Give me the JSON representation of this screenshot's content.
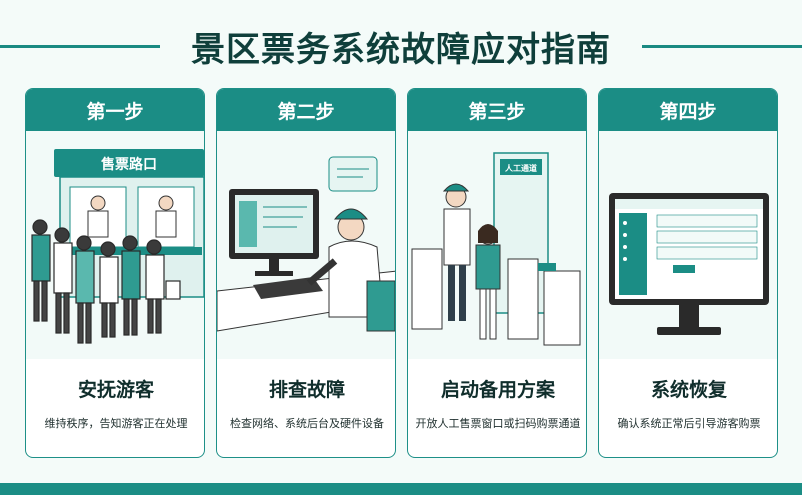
{
  "title": "景区票务系统故障应对指南",
  "steps": [
    {
      "label": "第一步",
      "title": "安抚游客",
      "desc": "维持秩序，告知游客正在处理",
      "sign": "售票路口"
    },
    {
      "label": "第二步",
      "title": "排查故障",
      "desc": "检查网络、系统后台及硬件设备"
    },
    {
      "label": "第三步",
      "title": "启动备用方案",
      "desc": "开放人工售票窗口或扫码购票通道",
      "sign": "人工通道"
    },
    {
      "label": "第四步",
      "title": "系统恢复",
      "desc": "确认系统正常后引导游客购票"
    }
  ],
  "colors": {
    "accent": "#1b8d85",
    "dark": "#0f3f3b",
    "light": "#e6f5f2"
  }
}
